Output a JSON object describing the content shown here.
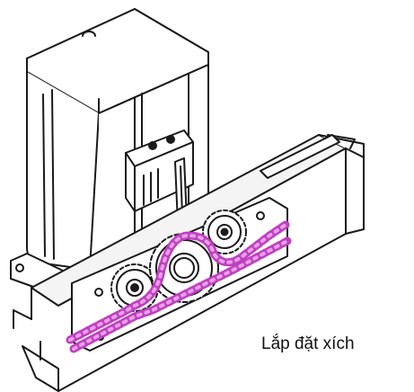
{
  "caption": "Lắp đặt xích",
  "colors": {
    "background": "#ffffff",
    "line": "#1a1a1a",
    "chain": "#c03fc0",
    "chain_fill": "#e7a0e7",
    "rail_fill": "#f4f4f4"
  },
  "icons": [
    "gate-motor-housing",
    "sprocket",
    "drive-gear",
    "roller-chain",
    "steel-rail"
  ]
}
